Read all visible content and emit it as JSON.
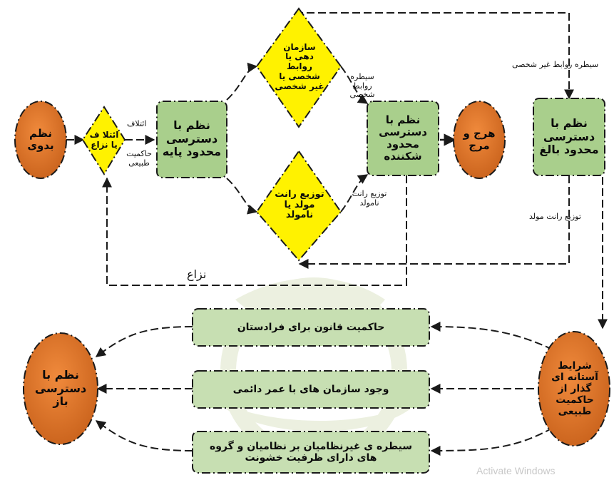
{
  "nodes": {
    "natural_order": "نظم بدوی",
    "coalition_conflict": "ائتلا ف یا نزاع",
    "basic_limited_access": "نظم با دسترسی محدود پایه",
    "organization_relations": "سازمان دهی یا روابط شخصی یا غیر شخصی",
    "rent_distribution": "توزیع رانت مولد یا نامولد",
    "fragile_limited_access": "نظم با دسترسی محدود شکننده",
    "chaos": "هرج و مرج",
    "mature_limited_access": "نظم با دسترسی محدود بالغ",
    "doorstep_conditions": "شرایط آستانه ای گذار از حاکمیت طبیعی",
    "open_access": "نظم با دسترسی باز",
    "rule_of_law": "حاکمیت قانون برای فرادستان",
    "perpetual_orgs": "وجود سازمان های با عمر دائمی",
    "civilian_control": "سیطره ی غیرنظامیان بر نظامیان و گروه های دارای ظرفیت خشونت"
  },
  "edge_labels": {
    "coalition": "ائتلاف",
    "natural_rule": "حاکمیت طبیعی",
    "personal_relations_dom": "سیطره روابط شخصی",
    "unproductive_rent": "توزیع رانت نامولد",
    "impersonal_relations_dom": "سیطره روابط غیر شخصی",
    "productive_rent": "توزیع رانت مولد",
    "conflict": "نزاع"
  },
  "watermark": "Activate Windows",
  "colors": {
    "background": "#ffffff",
    "green_box": "#a9cf8c",
    "green_box_light": "#c7dfb2",
    "yellow_diamond": "#fff200",
    "orange_circle": "#e07a2d",
    "stroke": "#1a1a1a"
  }
}
